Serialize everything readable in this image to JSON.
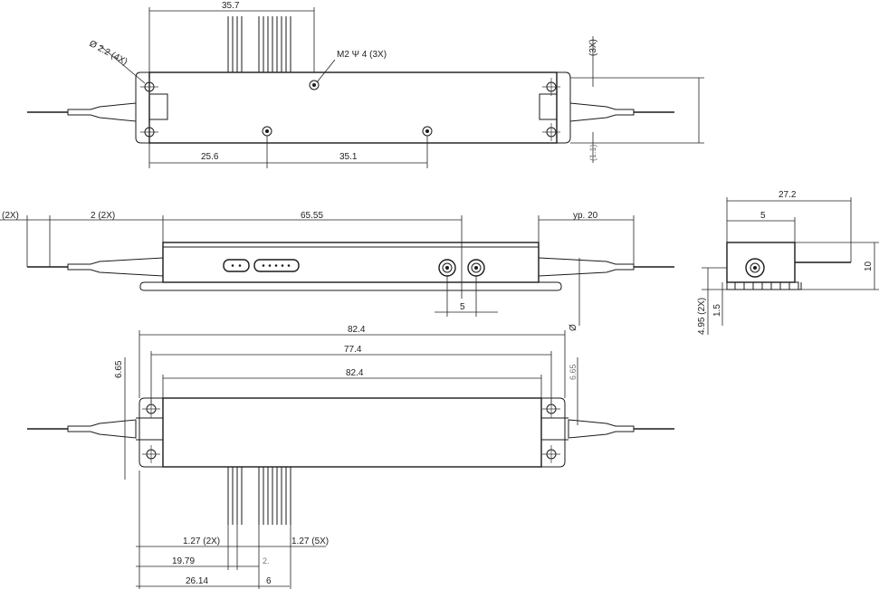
{
  "top_view": {
    "dim_width": "35.7",
    "dim_hole_dia": "Ø 2.2 (4X)",
    "dim_thread": "M2 Ψ 4 (3X)",
    "dim_right_top": "(3X)",
    "dim_spacing_1": "25.6",
    "dim_spacing_2": "35.1",
    "dim_right_bottom": "(1.1)"
  },
  "side_view": {
    "dim_left_1": "(2X)",
    "dim_left_2": "2 (2X)",
    "dim_length": "65.55",
    "dim_right": "yp. 20",
    "dim_connector_pitch": "5",
    "dim_diameter": "Ø"
  },
  "end_view": {
    "dim_width": "27.2",
    "dim_offset": "5",
    "dim_height": "10",
    "dim_thickness": "4.95 (2X)",
    "dim_flange": "1.5"
  },
  "bottom_view": {
    "dim_overall": "82.4",
    "dim_mount": "77.4",
    "dim_body": "82.4",
    "dim_height_left": "6.65",
    "dim_height_right": "6.65",
    "dim_pin_pitch_2": "1.27 (2X)",
    "dim_pin_pitch_5": "1.27 (5X)",
    "dim_pin_offset_1": "19.79",
    "dim_pin_offset_2": "26.14",
    "dim_pin_group": "6",
    "dim_pin_small": "2."
  }
}
